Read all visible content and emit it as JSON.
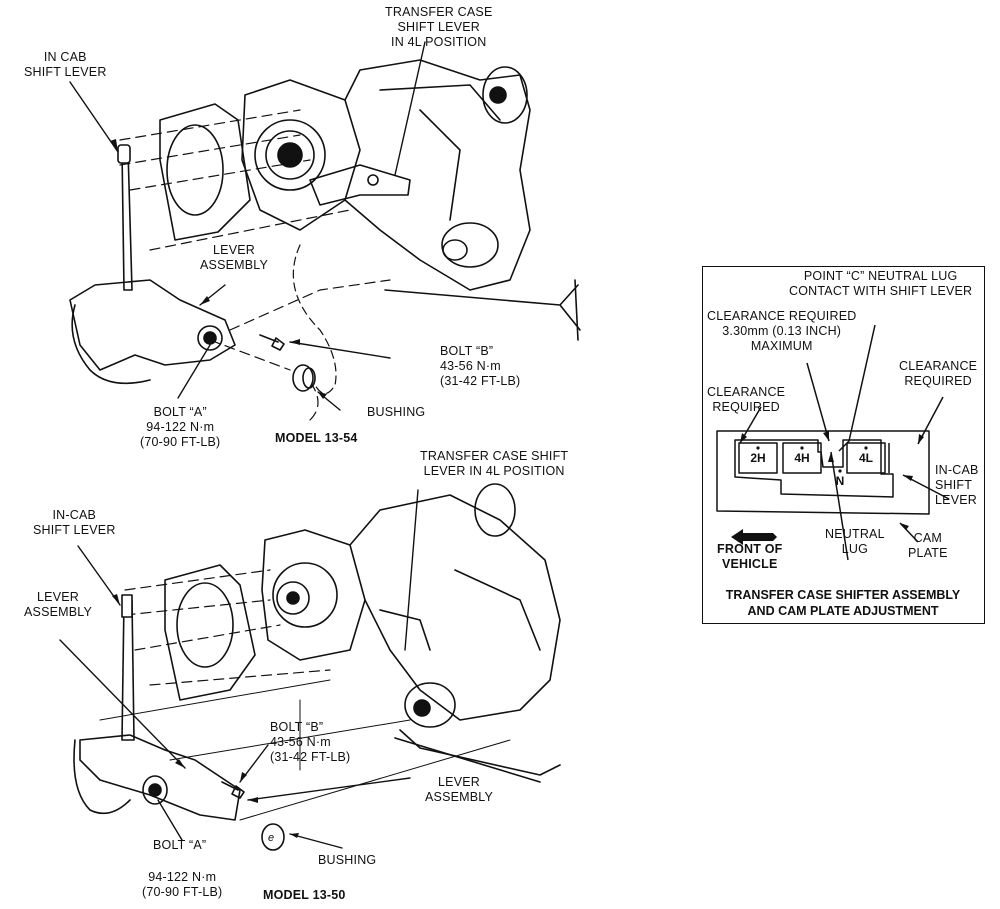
{
  "figure": {
    "top_diagram": {
      "model": "MODEL 13-54",
      "labels": {
        "in_cab_shift_lever": [
          "IN CAB",
          "SHIFT LEVER"
        ],
        "transfer_case_shift_lever": [
          "TRANSFER CASE",
          "SHIFT LEVER",
          "IN 4L POSITION"
        ],
        "lever_assembly": [
          "LEVER",
          "ASSEMBLY"
        ],
        "bolt_b": [
          "BOLT “B”",
          "43-56 N·m",
          "(31-42 FT-LB)"
        ],
        "bushing": "BUSHING",
        "bolt_a": [
          "BOLT “A”",
          "94-122 N·m",
          "(70-90 FT-LB)"
        ]
      }
    },
    "bottom_diagram": {
      "model": "MODEL 13-50",
      "labels": {
        "transfer_case_shift_lever": [
          "TRANSFER CASE SHIFT",
          "LEVER IN 4L POSITION"
        ],
        "in_cab_shift_lever": [
          "IN-CAB",
          "SHIFT LEVER"
        ],
        "lever_assembly_left": [
          "LEVER",
          "ASSEMBLY"
        ],
        "bolt_b": [
          "BOLT “B”",
          "43-56 N·m",
          "(31-42 FT-LB)"
        ],
        "lever_assembly_right": [
          "LEVER",
          "ASSEMBLY"
        ],
        "bolt_a": "BOLT “A”",
        "bushing": "BUSHING",
        "bolt_a_torque": [
          "94-122 N·m",
          "(70-90 FT-LB)"
        ]
      }
    },
    "inset": {
      "caption": [
        "TRANSFER CASE SHIFTER ASSEMBLY",
        "AND CAM PLATE ADJUSTMENT"
      ],
      "labels": {
        "point_c": [
          "POINT “C” NEUTRAL LUG",
          "CONTACT WITH SHIFT LEVER"
        ],
        "clearance_max": [
          "CLEARANCE REQUIRED",
          "3.30mm (0.13 INCH)",
          "MAXIMUM"
        ],
        "clearance_right": [
          "CLEARANCE",
          "REQUIRED"
        ],
        "clearance_left": [
          "CLEARANCE",
          "REQUIRED"
        ],
        "in_cab_shift_lever": [
          "IN-CAB",
          "SHIFT",
          "LEVER"
        ],
        "neutral_lug": [
          "NEUTRAL",
          "LUG"
        ],
        "cam_plate": [
          "CAM",
          "PLATE"
        ],
        "front_of_vehicle": [
          "FRONT OF",
          "VEHICLE"
        ]
      },
      "gate_positions": [
        "2H",
        "4H",
        "N",
        "4L"
      ]
    }
  }
}
